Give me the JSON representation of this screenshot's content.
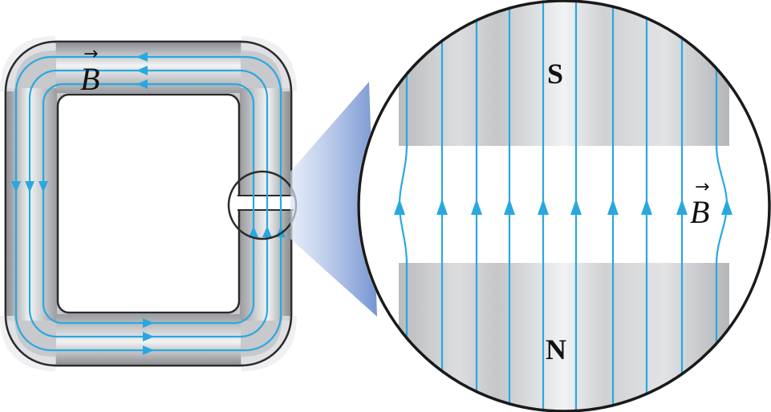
{
  "figure": {
    "core_field_label": "B",
    "gap_field_label": "B",
    "vector_arrow": "→",
    "south_pole_label": "S",
    "north_pole_label": "N"
  },
  "colors": {
    "field_line": "#29a8e0",
    "core_dark": "#8f9195",
    "core_light": "#f2f3f4",
    "outline": "#2b2b2b",
    "cone": "#7f9ed6"
  }
}
